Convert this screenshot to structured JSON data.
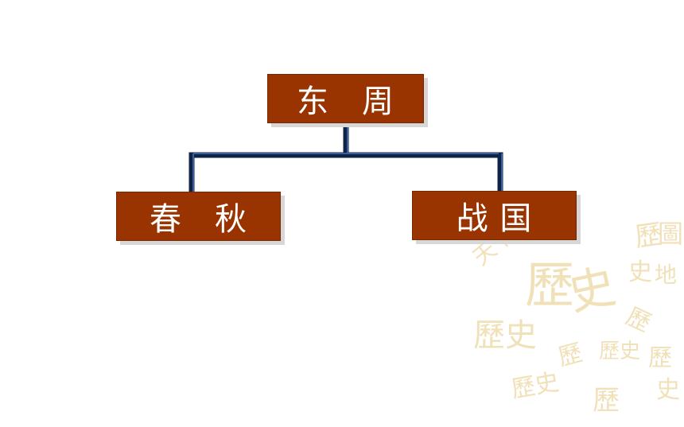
{
  "diagram": {
    "root": {
      "label": "东　周"
    },
    "children": [
      {
        "label": "春　秋"
      },
      {
        "label": "战 国"
      }
    ]
  },
  "watermark": {
    "glyphs": [
      "歷",
      "史",
      "歷史",
      "歷",
      "史",
      "歷史",
      "歷",
      "史",
      "歷",
      "史",
      "歷",
      "史",
      "歷"
    ],
    "color": "#f1e1b9"
  },
  "colors": {
    "box": "#993300",
    "connector": "#1f3a66",
    "text": "#ffffff"
  }
}
